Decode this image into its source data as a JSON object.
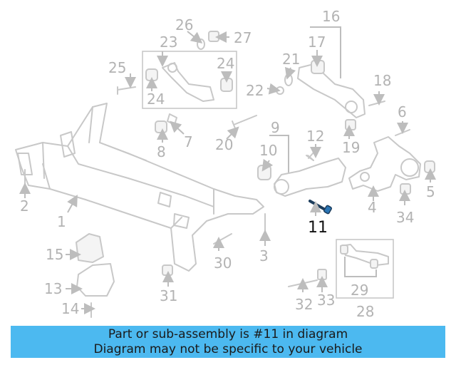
{
  "callouts": {
    "c1": "1",
    "c2": "2",
    "c3": "3",
    "c4": "4",
    "c5": "5",
    "c6": "6",
    "c7": "7",
    "c8": "8",
    "c9": "9",
    "c10": "10",
    "c11": "11",
    "c12": "12",
    "c13": "13",
    "c14": "14",
    "c15": "15",
    "c16": "16",
    "c17": "17",
    "c18": "18",
    "c19": "19",
    "c20": "20",
    "c21": "21",
    "c22": "22",
    "c23": "23",
    "c24a": "24",
    "c24b": "24",
    "c25": "25",
    "c26": "26",
    "c27": "27",
    "c28": "28",
    "c29": "29",
    "c30": "30",
    "c31": "31",
    "c32": "32",
    "c33": "33",
    "c34": "34"
  },
  "highlight": {
    "part_number": "11",
    "color": "#2a75b5"
  },
  "banner": {
    "line1": "Part or sub-assembly is #11 in diagram",
    "line2": "Diagram may not be specific to your vehicle",
    "background": "#4cb9f0"
  }
}
